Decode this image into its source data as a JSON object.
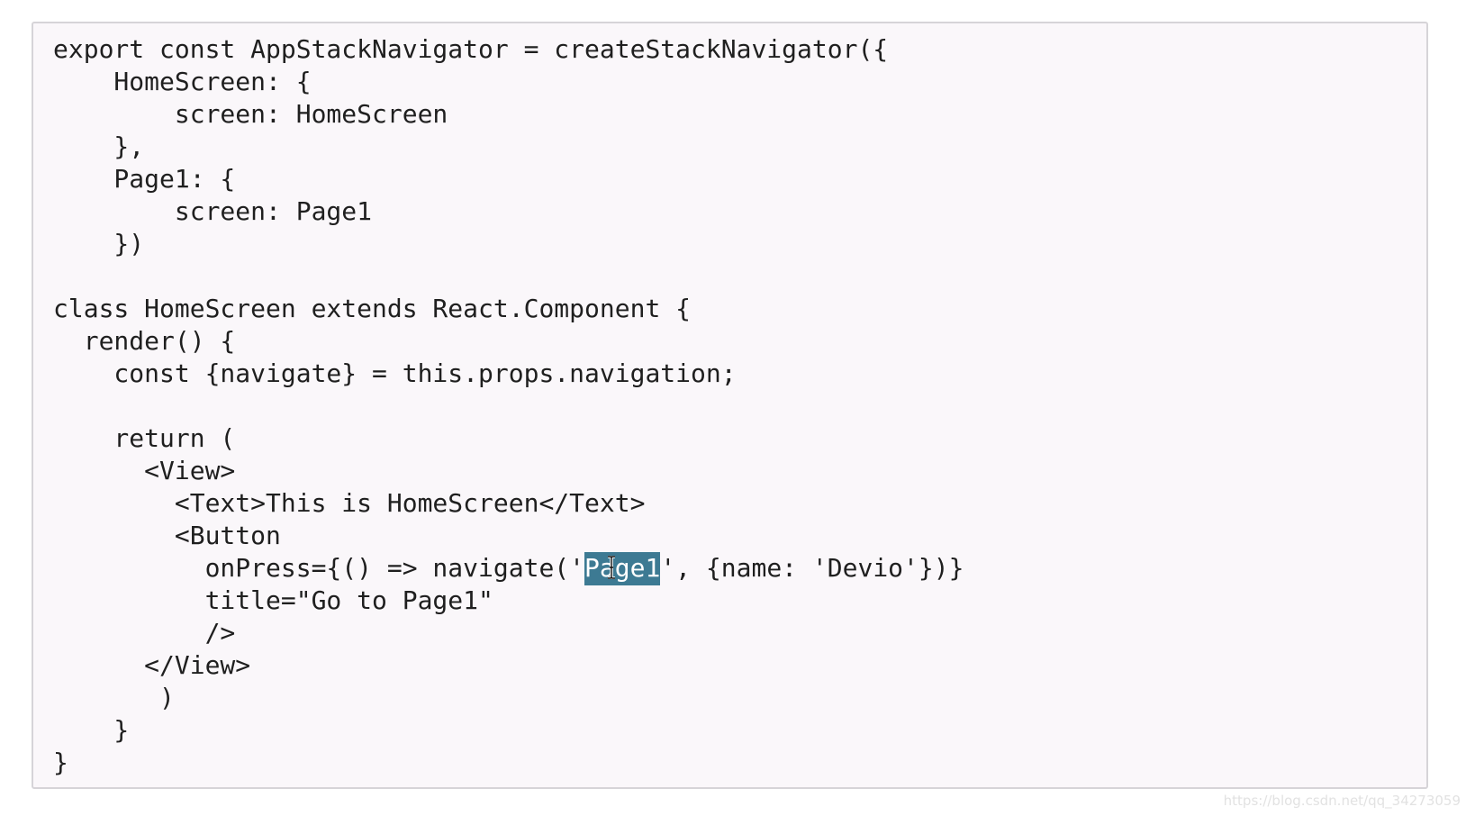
{
  "code": {
    "lines": [
      "export const AppStackNavigator = createStackNavigator({",
      "    HomeScreen: {",
      "        screen: HomeScreen",
      "    },",
      "    Page1: {",
      "        screen: Page1",
      "    })",
      "",
      "class HomeScreen extends React.Component {",
      "  render() {",
      "    const {navigate} = this.props.navigation;",
      "",
      "    return (",
      "      <View>",
      "        <Text>This is HomeScreen</Text>",
      "        <Button",
      "          onPress={() => navigate('",
      "          title=\"Go to Page1\"",
      "          />",
      "      </View>",
      "       )",
      "    }",
      "}"
    ],
    "highlighted_line": {
      "before": "          onPress={() => navigate('",
      "selection": "Page1",
      "after": "', {name: 'Devio'})}"
    }
  },
  "cursor": {
    "icon": "i-beam-cursor-icon"
  },
  "watermark": {
    "text": "https://blog.csdn.net/qq_34273059"
  },
  "colors": {
    "panel_background": "#faf7fa",
    "panel_border": "#d6d4d8",
    "text": "#1f1f1f",
    "selection": "#3d7a93"
  }
}
